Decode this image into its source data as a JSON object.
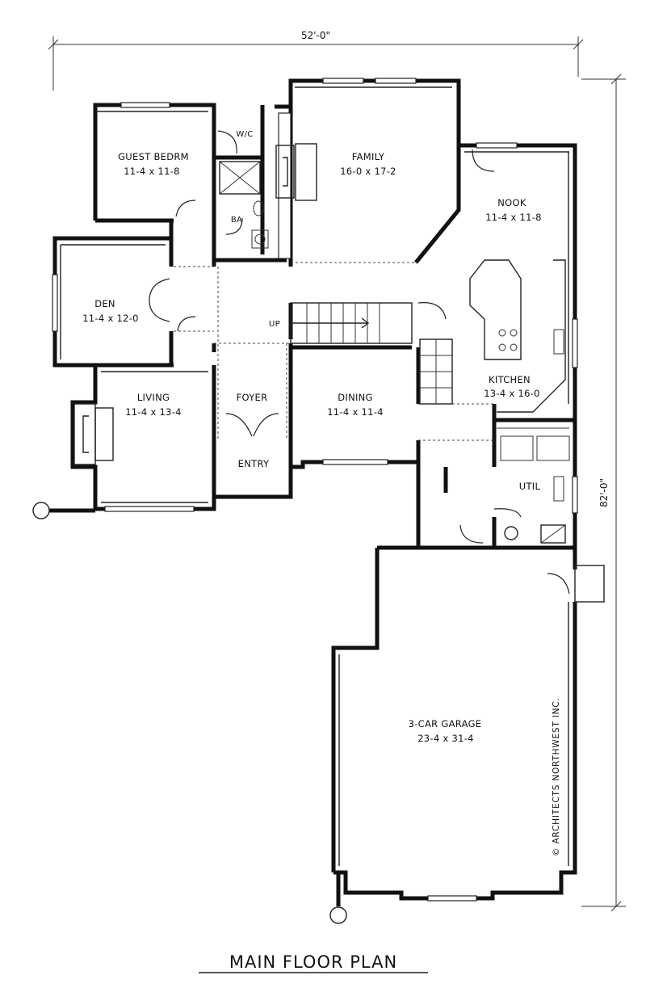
{
  "plan_title": "MAIN FLOOR PLAN",
  "dimensions": {
    "width": "52'-0\"",
    "depth": "82'-0\""
  },
  "copyright": "© ARCHITECTS NORTHWEST INC.",
  "rooms": {
    "guest_bedroom": {
      "name": "GUEST BEDRM",
      "size": "11-4 x 11-8"
    },
    "wic": {
      "name": "W/C"
    },
    "bath": {
      "name": "BA"
    },
    "family": {
      "name": "FAMILY",
      "size": "16-0 x 17-2"
    },
    "nook": {
      "name": "NOOK",
      "size": "11-4 x 11-8"
    },
    "den": {
      "name": "DEN",
      "size": "11-4 x 12-0"
    },
    "living": {
      "name": "LIVING",
      "size": "11-4 x 13-4"
    },
    "foyer": {
      "name": "FOYER"
    },
    "entry": {
      "name": "ENTRY"
    },
    "dining": {
      "name": "DINING",
      "size": "11-4 x 11-4"
    },
    "kitchen": {
      "name": "KITCHEN",
      "size": "13-4 x 16-0"
    },
    "utility": {
      "name": "UTIL"
    },
    "garage": {
      "name": "3-CAR GARAGE",
      "size": "23-4 x 31-4"
    }
  },
  "stair_label": "UP"
}
